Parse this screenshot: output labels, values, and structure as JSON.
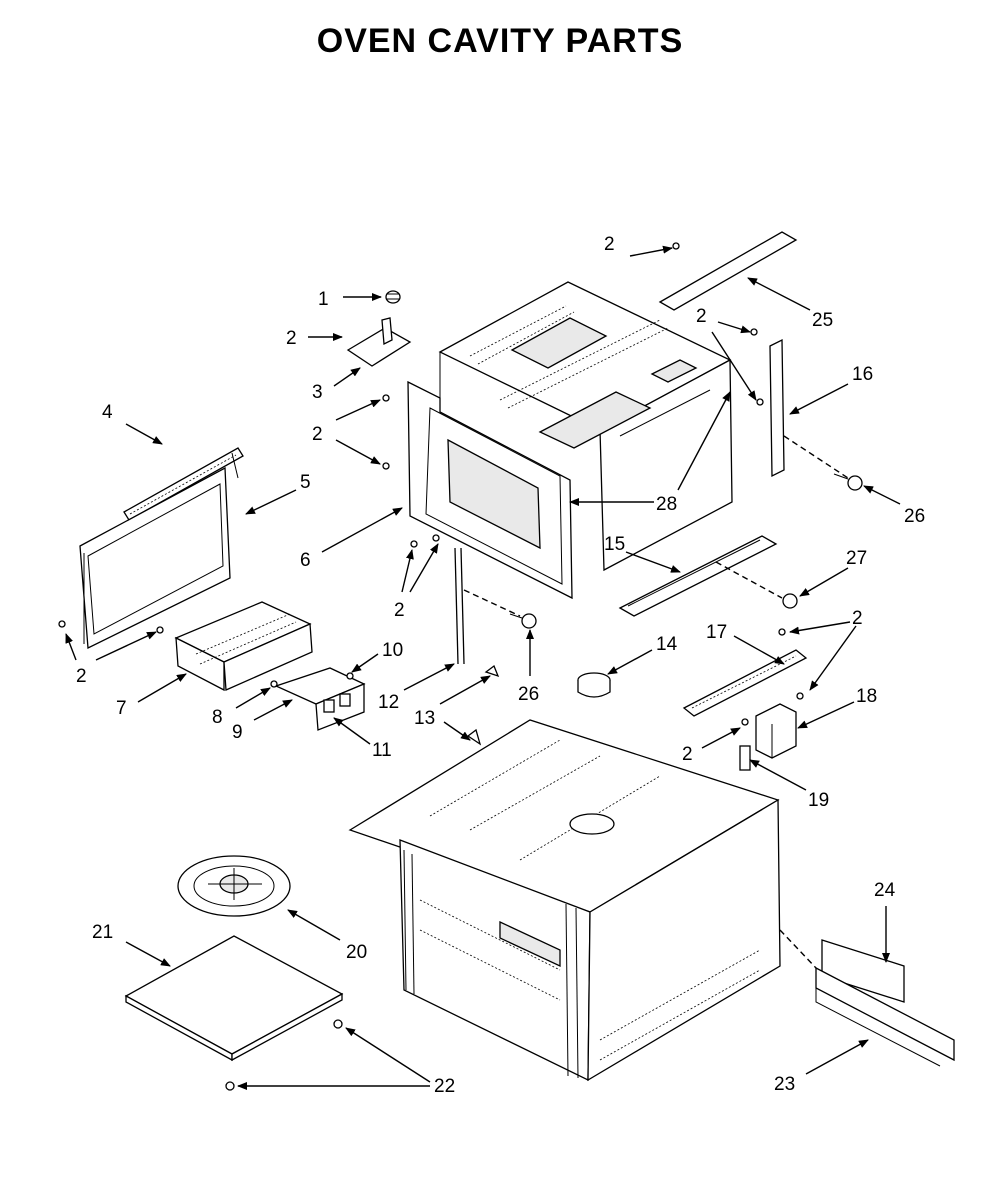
{
  "title": "OVEN CAVITY PARTS",
  "callouts": [
    {
      "id": "c1",
      "label": "1"
    },
    {
      "id": "c2a",
      "label": "2"
    },
    {
      "id": "c3",
      "label": "3"
    },
    {
      "id": "c4",
      "label": "4"
    },
    {
      "id": "c2b",
      "label": "2"
    },
    {
      "id": "c5",
      "label": "5"
    },
    {
      "id": "c6",
      "label": "6"
    },
    {
      "id": "c2c",
      "label": "2"
    },
    {
      "id": "c2d",
      "label": "2"
    },
    {
      "id": "c7",
      "label": "7"
    },
    {
      "id": "c8",
      "label": "8"
    },
    {
      "id": "c9",
      "label": "9"
    },
    {
      "id": "c10",
      "label": "10"
    },
    {
      "id": "c11",
      "label": "11"
    },
    {
      "id": "c12",
      "label": "12"
    },
    {
      "id": "c13",
      "label": "13"
    },
    {
      "id": "c26a",
      "label": "26"
    },
    {
      "id": "c14",
      "label": "14"
    },
    {
      "id": "c2e",
      "label": "2"
    },
    {
      "id": "c25",
      "label": "25"
    },
    {
      "id": "c2f",
      "label": "2"
    },
    {
      "id": "c16",
      "label": "16"
    },
    {
      "id": "c28",
      "label": "28"
    },
    {
      "id": "c26b",
      "label": "26"
    },
    {
      "id": "c15",
      "label": "15"
    },
    {
      "id": "c27",
      "label": "27"
    },
    {
      "id": "c17",
      "label": "17"
    },
    {
      "id": "c2g",
      "label": "2"
    },
    {
      "id": "c18",
      "label": "18"
    },
    {
      "id": "c2h",
      "label": "2"
    },
    {
      "id": "c19",
      "label": "19"
    },
    {
      "id": "c24",
      "label": "24"
    },
    {
      "id": "c21",
      "label": "21"
    },
    {
      "id": "c20",
      "label": "20"
    },
    {
      "id": "c22",
      "label": "22"
    },
    {
      "id": "c23",
      "label": "23"
    }
  ]
}
